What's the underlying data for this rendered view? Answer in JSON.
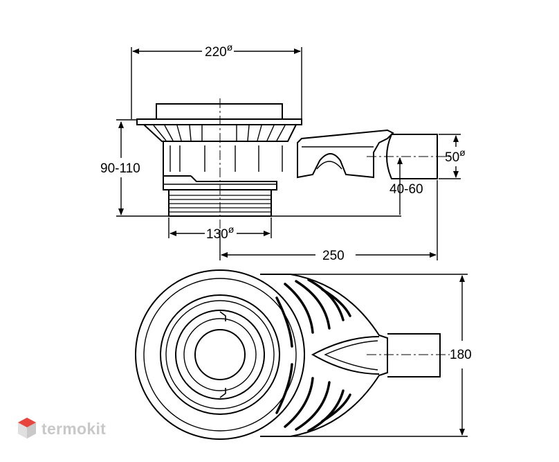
{
  "dimensions": {
    "top_width": "220",
    "height_range": "90-110",
    "bottom_width": "130",
    "outlet_diameter": "50",
    "outlet_height_range": "40-60",
    "length": "250",
    "plan_width": "180",
    "diameter_symbol": "ø"
  },
  "logo": {
    "text": "termokit",
    "icon": "cube-logo-icon"
  },
  "colors": {
    "line": "#000000",
    "logo_gray": "#c8c8c8",
    "logo_red": "#e8463c"
  }
}
